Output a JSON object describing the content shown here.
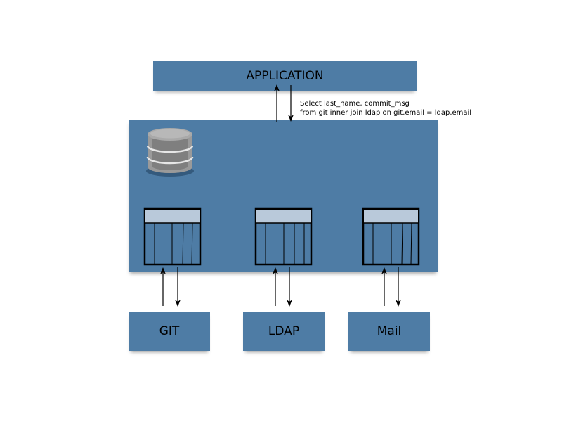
{
  "application": {
    "label": "APPLICATION"
  },
  "query": {
    "line1": "Select last_name, commit_msg",
    "line2": "from git inner join ldap on git.email = ldap.email"
  },
  "sources": [
    {
      "label": "GIT"
    },
    {
      "label": "LDAP"
    },
    {
      "label": "Mail"
    }
  ],
  "colors": {
    "box_fill": "#4e7ca5",
    "table_header": "#b9c9da",
    "table_border": "#000000",
    "database_icon": "#8d8d8d"
  },
  "icons": {
    "database": "database-icon",
    "table": "table-icon"
  }
}
